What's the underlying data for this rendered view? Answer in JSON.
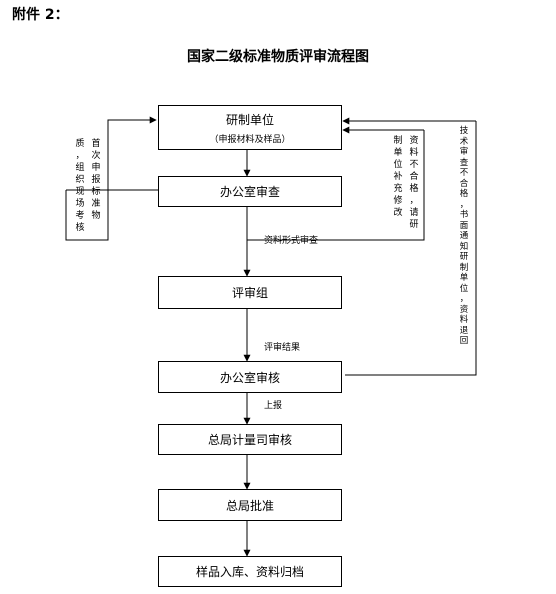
{
  "header": {
    "attachment_label": "附件 2：",
    "title": "国家二级标准物质评审流程图"
  },
  "boxes": {
    "b1_main": "研制单位",
    "b1_sub": "（申报材料及样品）",
    "b2": "办公室审查",
    "b3": "评审组",
    "b4": "办公室审核",
    "b5": "总局计量司审核",
    "b6": "总局批准",
    "b7": "样品入库、资料归档"
  },
  "labels": {
    "review_form": "资料形式审查",
    "review_result": "评审结果",
    "report_up": "上报"
  },
  "side_notes": {
    "left_col1": "首次申报标准物",
    "left_col2": "质，组织现场考核",
    "mid_col1": "资料不合格，请研",
    "mid_col2": "制单位补充修改",
    "right_col1": "技术审查不合格，书面通知研制单位，资料退回"
  }
}
